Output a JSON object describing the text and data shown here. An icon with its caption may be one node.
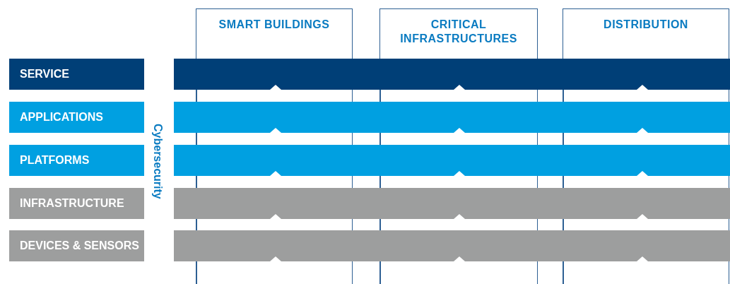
{
  "diagram": {
    "nodes": [
      {
        "text": [
          "SMART BUILDINGS"
        ]
      },
      {
        "text": [
          "CRITICAL INFRASTRUCTURES"
        ]
      },
      {
        "text": [
          "DISTRIBUTION"
        ]
      },
      {
        "text": [
          "SERVICE"
        ]
      },
      {
        "text": [],
        "shape": "bar"
      },
      {
        "text": [
          "APPLICATIONS"
        ]
      },
      {
        "text": [],
        "shape": "bar"
      },
      {
        "text": [
          "PLATFORMS"
        ]
      },
      {
        "text": [],
        "shape": "bar"
      },
      {
        "text": [
          "INFRASTRUCTURE"
        ]
      },
      {
        "text": [],
        "shape": "bar"
      },
      {
        "text": [
          "DEVICES & SENSORS"
        ]
      },
      {
        "text": [],
        "shape": "bar"
      }
    ],
    "labels": [
      "Cybersecurity"
    ]
  }
}
